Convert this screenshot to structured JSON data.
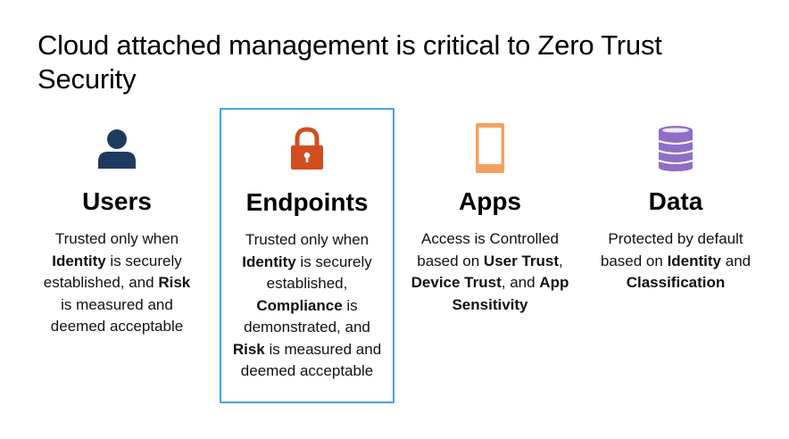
{
  "slide": {
    "title": "Cloud attached management is critical to Zero Trust Security"
  },
  "columns": [
    {
      "key": "users",
      "icon": "user-icon",
      "icon_color": "#1f3a5f",
      "heading": "Users",
      "desc": [
        {
          "t": "Trusted only when "
        },
        {
          "t": "Identity",
          "b": true
        },
        {
          "t": " is securely established, and "
        },
        {
          "t": "Risk",
          "b": true
        },
        {
          "t": " is measured and deemed acceptable"
        }
      ]
    },
    {
      "key": "endpoints",
      "icon": "padlock-icon",
      "icon_color": "#d24e1f",
      "heading": "Endpoints",
      "highlighted": true,
      "desc": [
        {
          "t": "Trusted only when "
        },
        {
          "t": "Identity",
          "b": true
        },
        {
          "t": " is securely established, "
        },
        {
          "t": "Compliance",
          "b": true
        },
        {
          "t": " is demonstrated, and "
        },
        {
          "t": "Risk",
          "b": true
        },
        {
          "t": " is measured and deemed acceptable"
        }
      ]
    },
    {
      "key": "apps",
      "icon": "mobile-phone-icon",
      "icon_color": "#f4a160",
      "heading": "Apps",
      "desc": [
        {
          "t": "Access is Controlled based on "
        },
        {
          "t": "User Trust",
          "b": true
        },
        {
          "t": ", "
        },
        {
          "t": "Device Trust",
          "b": true
        },
        {
          "t": ", and "
        },
        {
          "t": "App Sensitivity",
          "b": true
        }
      ]
    },
    {
      "key": "data",
      "icon": "database-icon",
      "icon_color": "#8e6fc5",
      "heading": "Data",
      "desc": [
        {
          "t": "Protected by default based on "
        },
        {
          "t": "Identity",
          "b": true
        },
        {
          "t": " and "
        },
        {
          "t": "Classification",
          "b": true
        }
      ]
    }
  ],
  "colors": {
    "highlight_border": "#4aa3df"
  }
}
